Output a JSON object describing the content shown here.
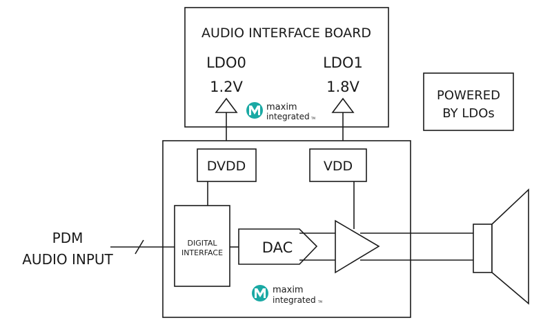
{
  "board": {
    "title": "AUDIO INTERFACE BOARD",
    "ldo0": {
      "name": "LDO0",
      "voltage": "1.2V"
    },
    "ldo1": {
      "name": "LDO1",
      "voltage": "1.8V"
    }
  },
  "logo_top": {
    "line1": "maxim",
    "line2": "integrated",
    "tm": "TM"
  },
  "logo_bottom": {
    "line1": "maxim",
    "line2": "integrated",
    "tm": "TM"
  },
  "legend": {
    "line1": "POWERED",
    "line2": "BY LDOs"
  },
  "chip": {
    "dvdd": "DVDD",
    "vdd": "VDD",
    "digital_interface_line1": "DIGITAL",
    "digital_interface_line2": "INTERFACE",
    "dac": "DAC"
  },
  "input": {
    "line1": "PDM",
    "line2": "AUDIO INPUT"
  },
  "colors": {
    "ink": "#1a1a1a",
    "brand_teal": "#1aa9a4"
  }
}
